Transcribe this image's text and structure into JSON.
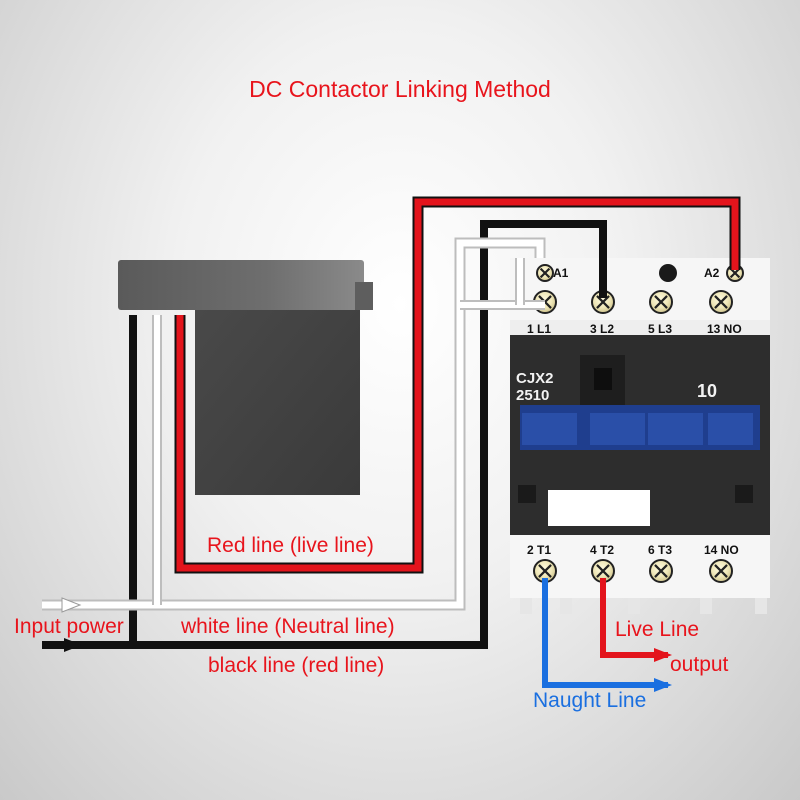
{
  "title": "DC Contactor Linking Method",
  "contactor": {
    "model_line1": "CJX2",
    "model_line2": "2510",
    "contact_code": "10",
    "coil_terminals": [
      "A1",
      "A2"
    ],
    "top_terminals": [
      "1 L1",
      "3 L2",
      "5 L3",
      "13 NO"
    ],
    "bottom_terminals": [
      "2 T1",
      "4 T2",
      "6 T3",
      "14 NO"
    ]
  },
  "labels": {
    "red_line": "Red line (live line)",
    "input_power": "Input power",
    "white_line": "white line (Neutral line)",
    "black_line": "black line (red line)",
    "live_line": "Live Line",
    "output": "output",
    "naught_line": "Naught Line"
  },
  "colors": {
    "red_wire": "#e3141c",
    "black_wire": "#111111",
    "white_wire": "#ffffff",
    "blue_wire": "#1a6fe0",
    "label_red": "#e8141c",
    "label_blue": "#1a6fe0"
  }
}
